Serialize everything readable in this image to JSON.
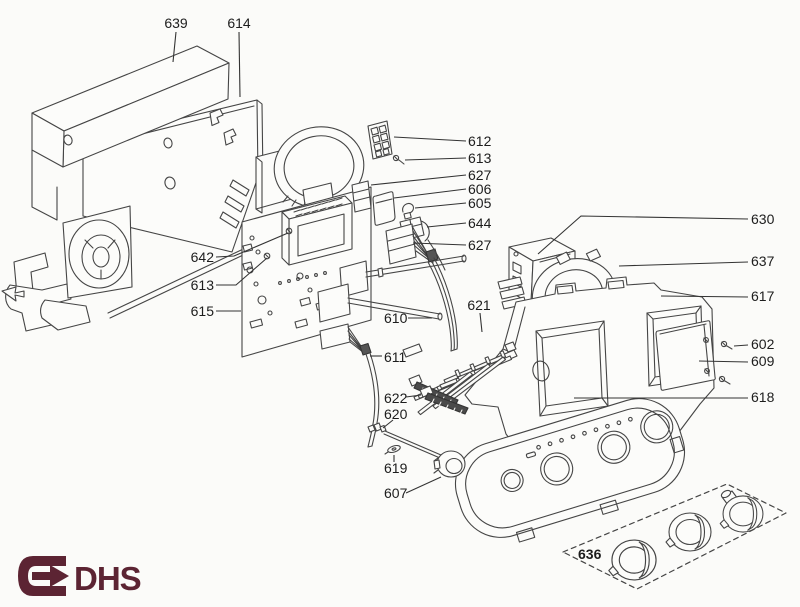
{
  "colors": {
    "background": "#fbfbf9",
    "line": "#454545",
    "label": "#1d1d1d",
    "logo": "#5c2433"
  },
  "logo": {
    "text": "DHS",
    "icon": "arrow-right-icon"
  },
  "callouts": {
    "c639": "639",
    "c614": "614",
    "c612": "612",
    "c613_top": "613",
    "c627_upper": "627",
    "c606": "606",
    "c605": "605",
    "c644": "644",
    "c627_lower": "627",
    "c630": "630",
    "c637": "637",
    "c617": "617",
    "c602": "602",
    "c609": "609",
    "c618": "618",
    "c621": "621",
    "c610": "610",
    "c611": "611",
    "c622": "622",
    "c620": "620",
    "c619": "619",
    "c607": "607",
    "c642": "642",
    "c613_left": "613",
    "c615": "615",
    "c636": "636"
  }
}
